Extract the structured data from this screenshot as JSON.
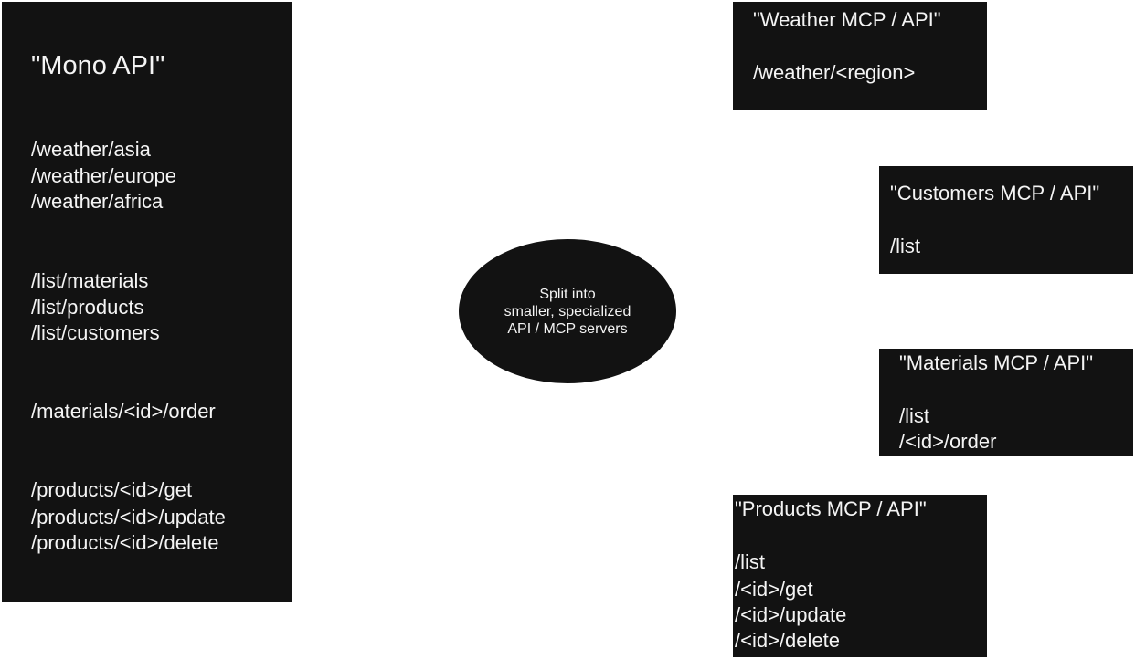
{
  "mono_api": {
    "title": "\"Mono API\"",
    "groups": [
      [
        "/weather/asia",
        "/weather/europe",
        "/weather/africa"
      ],
      [
        "/list/materials",
        "/list/products",
        "/list/customers"
      ],
      [
        "/materials/<id>/order"
      ],
      [
        "/products/<id>/get",
        "/products/<id>/update",
        "/products/<id>/delete"
      ]
    ]
  },
  "split_note": {
    "lines": [
      "Split into",
      "smaller, specialized",
      "API / MCP servers"
    ]
  },
  "services": {
    "weather": {
      "title": "\"Weather MCP / API\"",
      "endpoints": [
        "/weather/<region>"
      ]
    },
    "customers": {
      "title": "\"Customers MCP / API\"",
      "endpoints": [
        "/list"
      ]
    },
    "materials": {
      "title": "\"Materials MCP / API\"",
      "endpoints": [
        "/list",
        "/<id>/order"
      ]
    },
    "products": {
      "title": "\"Products MCP / API\"",
      "endpoints": [
        "/list",
        "/<id>/get",
        "/<id>/update",
        "/<id>/delete"
      ]
    }
  },
  "colors": {
    "box": "#121212",
    "text": "#f4f4f4",
    "background": "#ffffff"
  }
}
